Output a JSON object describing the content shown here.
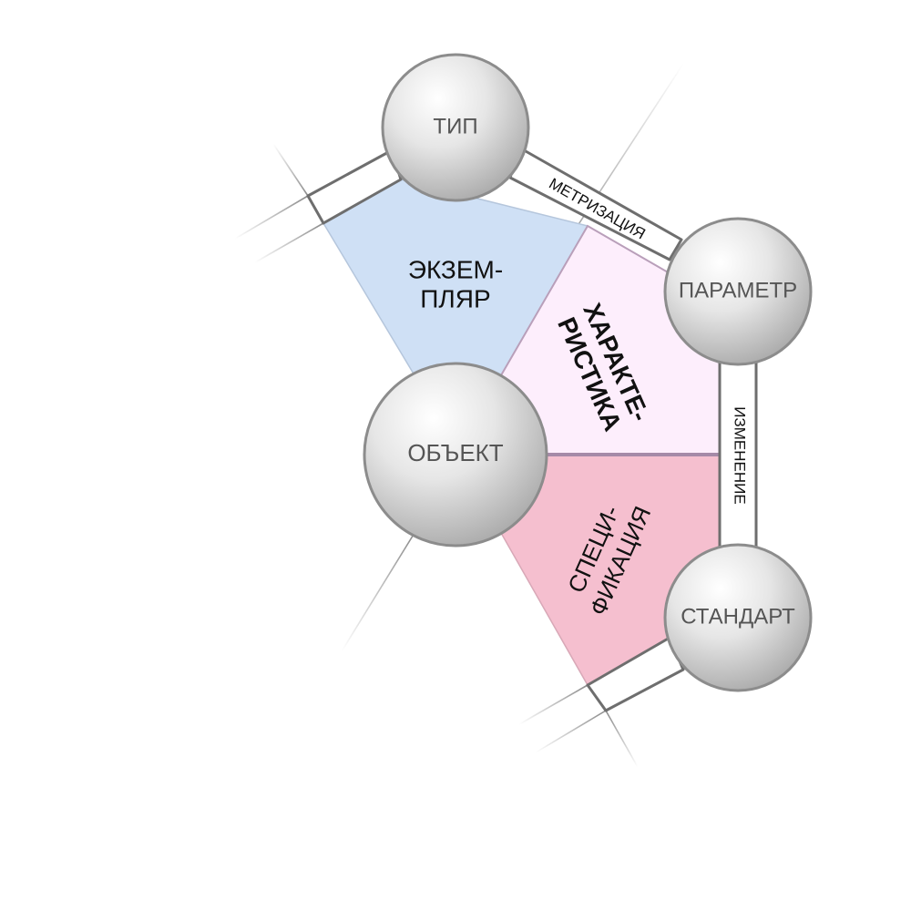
{
  "nodes": {
    "tip": "ТИП",
    "parametr": "ПАРАМЕТР",
    "obekt": "ОБЪЕКТ",
    "standart": "СТАНДАРТ"
  },
  "regions": {
    "ekzemplyar": {
      "line1": "ЭКЗЕМ-",
      "line2": "ПЛЯР",
      "color": "#cfe0f5"
    },
    "harakteristika": {
      "line1": "ХАРАКТЕ-",
      "line2": "РИСТИКА",
      "color": "#fdeefc"
    },
    "specifikaciya": {
      "line1": "СПЕЦИ-",
      "line2": "ФИКАЦИЯ",
      "color": "#f5bfcf"
    }
  },
  "edges": {
    "metrizaciya": "МЕТРИЗАЦИЯ",
    "izmenenie": "ИЗМЕНЕНИЕ"
  }
}
